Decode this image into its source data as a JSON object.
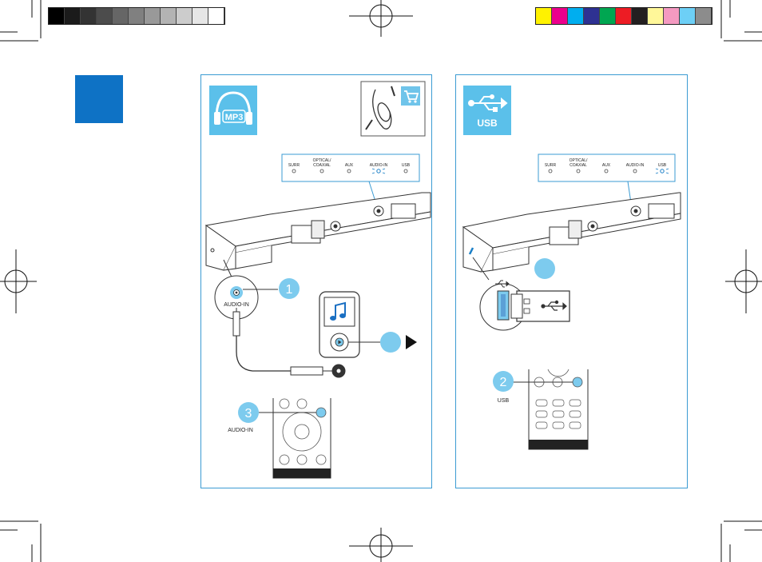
{
  "colors": {
    "accent": "#0e72c5",
    "frame": "#3b9bd3",
    "tile": "#5bc0ea",
    "step_circle": "#7dcbee",
    "cart": "#6fc4ea"
  },
  "grayscale_bar": [
    "#000000",
    "#1b1b1b",
    "#333333",
    "#4c4c4c",
    "#666666",
    "#808080",
    "#999999",
    "#b3b3b3",
    "#cccccc",
    "#e6e6e6",
    "#ffffff"
  ],
  "color_bar": [
    "#fff200",
    "#ec008c",
    "#00aeef",
    "#2e3192",
    "#00a651",
    "#ed1c24",
    "#231f20",
    "#fff799",
    "#f49ac1",
    "#6dcff6",
    "#8c8c8c"
  ],
  "left_panel": {
    "icon": "headphones-icon",
    "tile_label": "MP3",
    "accessory": "audio-cable-icon",
    "cart_icon": "cart-icon",
    "indicators": [
      "SURR",
      "OPTICAL/",
      "COAXIAL",
      "AUX",
      "AUDIO-IN",
      "USB"
    ],
    "active_indicator": "AUDIO-IN",
    "port_label": "AUDIO-IN",
    "remote_label": "AUDIO-IN",
    "steps": [
      "1",
      "3"
    ],
    "play_icon": "play-icon",
    "note_icon": "music-note-icon"
  },
  "right_panel": {
    "icon": "usb-icon",
    "tile_label": "USB",
    "indicators": [
      "SURR",
      "OPTICAL/",
      "COAXIAL",
      "AUX",
      "AUDIO-IN",
      "USB"
    ],
    "active_indicator": "USB",
    "remote_label": "USB",
    "steps": [
      "2"
    ]
  }
}
